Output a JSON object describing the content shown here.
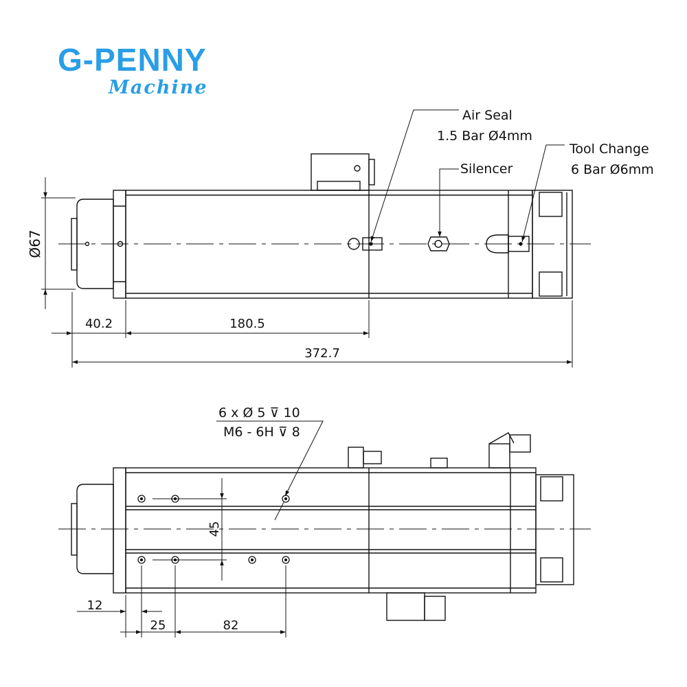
{
  "logo": {
    "brand": "G-PENNY",
    "sub": "Machine"
  },
  "colors": {
    "brand": "#2a9ee6",
    "line": "#111111"
  },
  "top_view": {
    "diameter_label": "Ø67",
    "dims": {
      "front": "40.2",
      "body": "180.5",
      "overall": "372.7"
    },
    "callouts": {
      "air_seal_1": "Air Seal",
      "air_seal_2": "1.5 Bar Ø4mm",
      "silencer": "Silencer",
      "tool_change_1": "Tool Change",
      "tool_change_2": "6 Bar Ø6mm"
    }
  },
  "bottom_view": {
    "hole_note_1": "6 x Ø 5 ⊽ 10",
    "hole_note_2": "M6 - 6H ⊽ 8",
    "dims": {
      "spacing": "45",
      "edge": "12",
      "pitch_a": "25",
      "pitch_b": "82"
    }
  }
}
